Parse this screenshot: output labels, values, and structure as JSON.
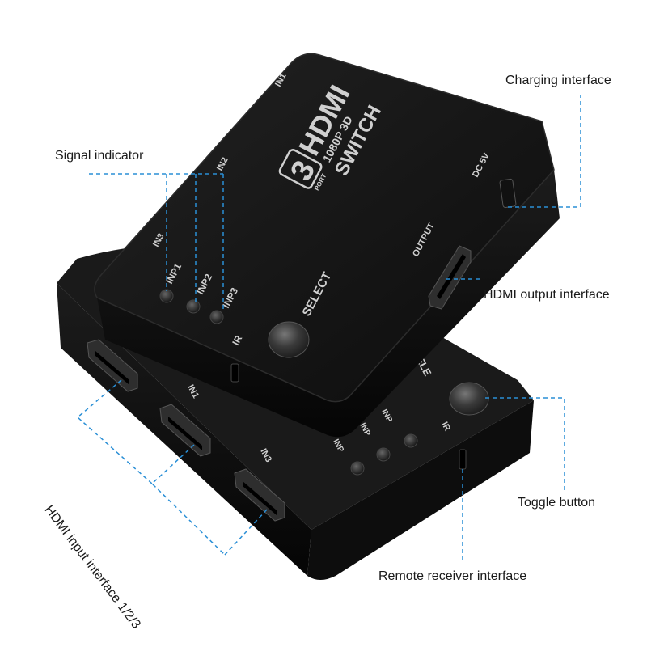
{
  "callouts": {
    "charging": "Charging interface",
    "signal": "Signal indicator",
    "hdmi_output": "HDMI output interface",
    "hdmi_input": "HDMI input interface 1/2/3",
    "toggle": "Toggle button",
    "remote": "Remote receiver interface"
  },
  "device_top": {
    "logo_number": "3",
    "logo_port": "PORT",
    "logo_hdmi": "HDMI",
    "logo_spec": "1080P 3D",
    "logo_switch": "SWITCH",
    "in1": "IN1",
    "in2": "IN2",
    "in3": "IN3",
    "dc": "DC 5V",
    "output": "OUTPUT",
    "inp1": "INP1",
    "inp2": "INP2",
    "inp3": "INP3",
    "select": "SELECT",
    "ir": "IR"
  },
  "device_bottom": {
    "in1": "IN1",
    "in3": "IN3",
    "select": "SELE",
    "ir": "IR",
    "inp_a": "INP",
    "inp_b": "INP",
    "inp_c": "INP"
  },
  "colors": {
    "leader_line": "#2a8fd6",
    "device_body": "#141414",
    "device_edge": "#2c2c2c",
    "print": "#cfcfcf"
  }
}
